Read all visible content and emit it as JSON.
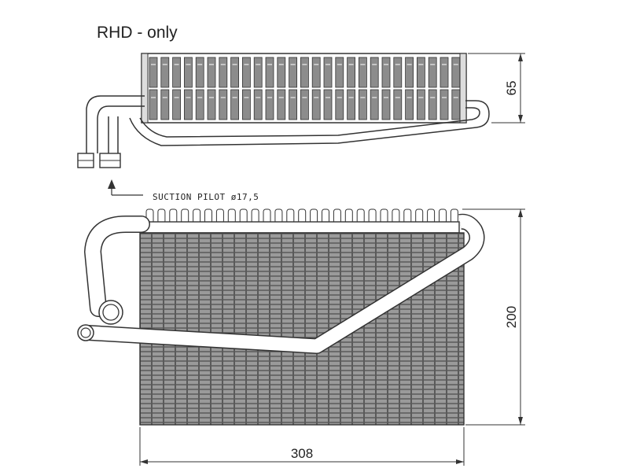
{
  "title": "RHD - only",
  "suction_label": "SUCTION PILOT ø17,5",
  "dims": {
    "height_top": "65",
    "height_front": "200",
    "width": "308"
  },
  "colors": {
    "line": "#333333",
    "core": "#8a8a8a",
    "core_dark": "#555555",
    "background": "#ffffff"
  },
  "icons": {
    "flow_arrow": "arrow-up-icon"
  }
}
